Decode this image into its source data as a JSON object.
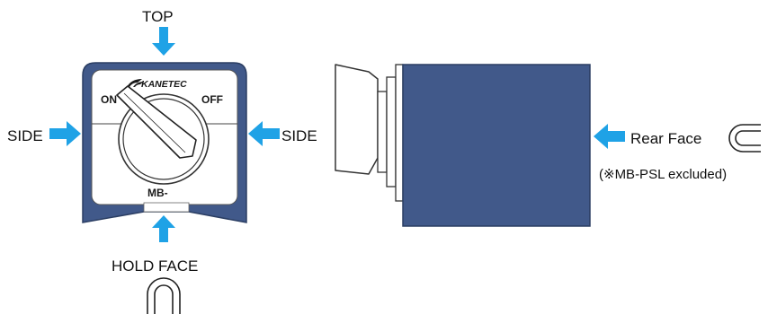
{
  "colors": {
    "arrow": "#1fa2e6",
    "body": "#41598a",
    "body_dark": "#2f4570",
    "face": "#ffffff",
    "outline": "#333333"
  },
  "labels": {
    "top": "TOP",
    "side_left": "SIDE",
    "side_right": "SIDE",
    "hold_face": "HOLD FACE",
    "rear_face": "Rear Face",
    "rear_note": "(※MB-PSL excluded)"
  },
  "front_view": {
    "brand": "KANETEC",
    "switch_on": "ON",
    "switch_off": "OFF",
    "model": "MB-"
  },
  "icons": {
    "magnet_hold": "horseshoe-magnet-icon",
    "magnet_rear": "horseshoe-magnet-icon",
    "brand_logo": "kanetec-logo-icon"
  }
}
